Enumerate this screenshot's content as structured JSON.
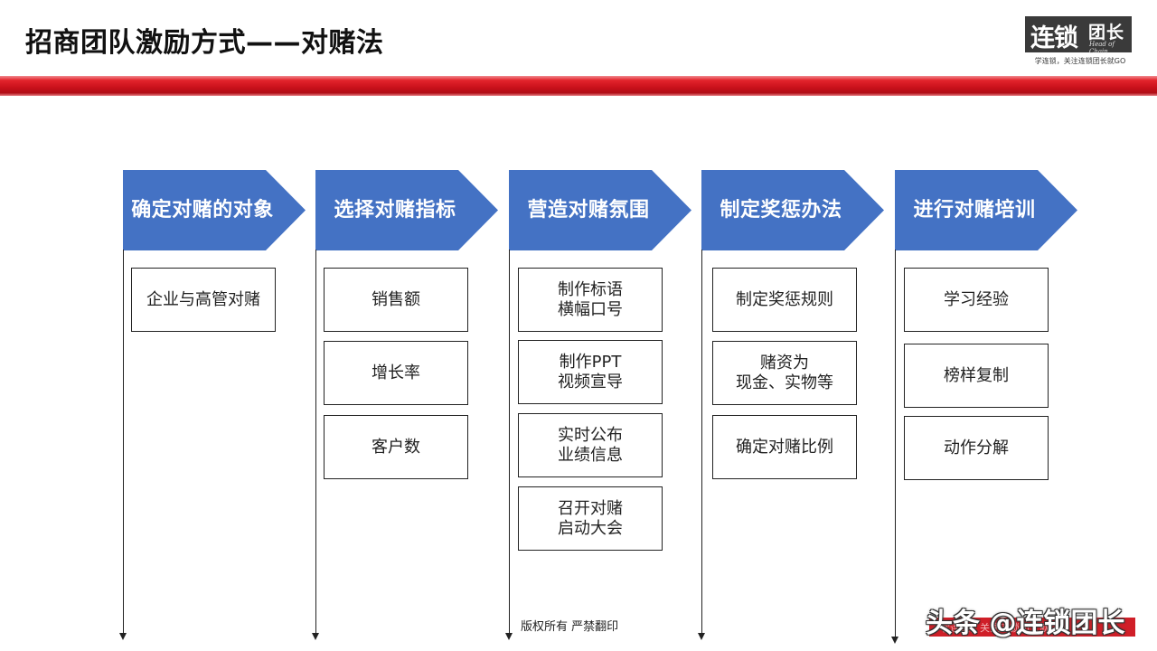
{
  "header": {
    "title": "招商团队激励方式——对赌法"
  },
  "logo": {
    "main": "连锁",
    "side": "团长",
    "sub": "Head of Chain",
    "tagline": "学连锁，关注连锁团长就GO"
  },
  "accent_color": "#4472c4",
  "band_color": "#c8101a",
  "steps": [
    {
      "title": "确定对赌的对象",
      "items": [
        "企业与高管对赌"
      ]
    },
    {
      "title": "选择对赌指标",
      "items": [
        "销售额",
        "增长率",
        "客户数"
      ]
    },
    {
      "title": "营造对赌氛围",
      "items": [
        "制作标语\n横幅口号",
        "制作PPT\n视频宣导",
        "实时公布\n业绩信息",
        "召开对赌\n启动大会"
      ]
    },
    {
      "title": "制定奖惩办法",
      "items": [
        "制定奖惩规则",
        "赌资为\n现金、实物等",
        "确定对赌比例"
      ]
    },
    {
      "title": "进行对赌培训",
      "items": [
        "学习经验",
        "榜样复制",
        "动作分解"
      ]
    }
  ],
  "footer": {
    "copyright": "版权所有  严禁翻印"
  },
  "watermark": {
    "text": "头条 @连锁团长",
    "bar_text": "学连锁，关注连锁团长就GO"
  }
}
